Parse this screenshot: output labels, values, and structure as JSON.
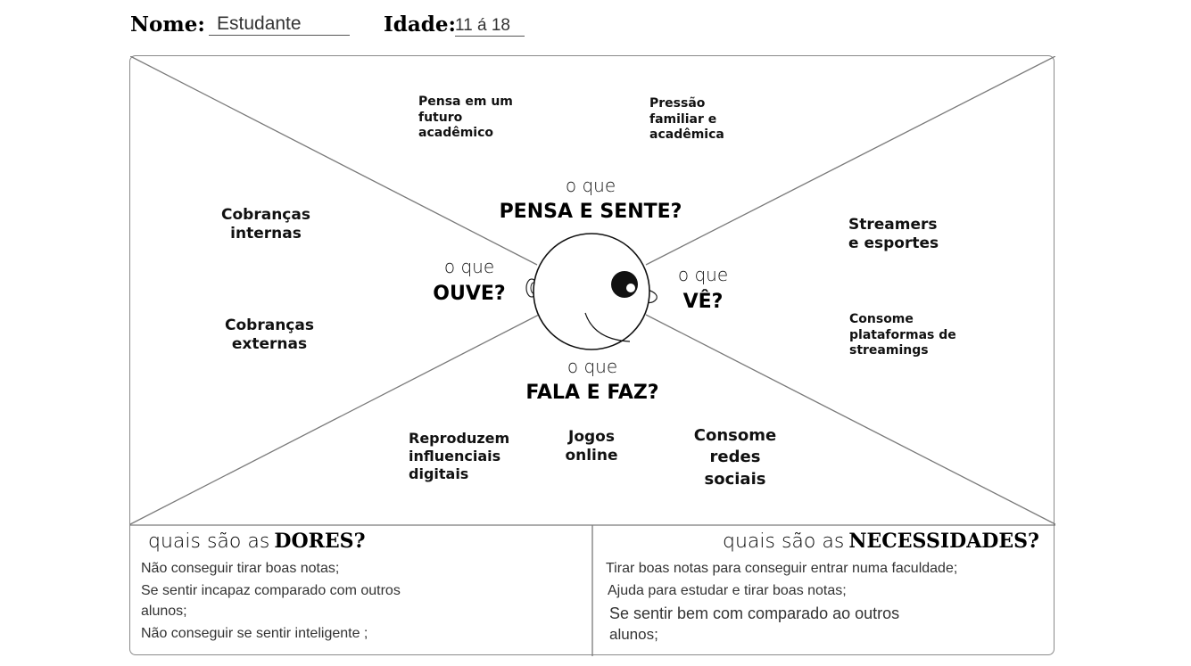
{
  "header": {
    "name_label": "Nome:",
    "name_value": "Estudante",
    "age_label": "Idade:",
    "age_value": "11 á 18"
  },
  "sections": {
    "thinks": {
      "prefix": "o que",
      "title": "PENSA E SENTE?"
    },
    "hears": {
      "prefix": "o que",
      "title": "OUVE?"
    },
    "sees": {
      "prefix": "o que",
      "title": "VÊ?"
    },
    "says": {
      "prefix": "o que",
      "title": "FALA E FAZ?"
    }
  },
  "notes": {
    "thinks": [
      "Pensa em um futuro acadêmico",
      "Pressão familiar e acadêmica"
    ],
    "hears": [
      "Cobranças internas",
      "Cobranças externas"
    ],
    "sees": [
      "Streamers e esportes",
      "Consome plataformas de streamings"
    ],
    "says": [
      "Reproduzem influenciais digitais",
      "Jogos online",
      "Consome redes sociais"
    ]
  },
  "pains": {
    "prefix": "quais são as",
    "title": "DORES?",
    "items": [
      "Não conseguir tirar boas notas;",
      "Se sentir incapaz comparado com outros",
      "alunos;",
      "Não conseguir se sentir inteligente ;"
    ]
  },
  "needs": {
    "prefix": "quais são as",
    "title": "NECESSIDADES?",
    "items": [
      "Tirar boas notas para conseguir entrar numa faculdade;",
      "Ajuda para estudar e tirar boas notas;",
      "Se sentir bem com comparado ao outros",
      "alunos;"
    ]
  }
}
